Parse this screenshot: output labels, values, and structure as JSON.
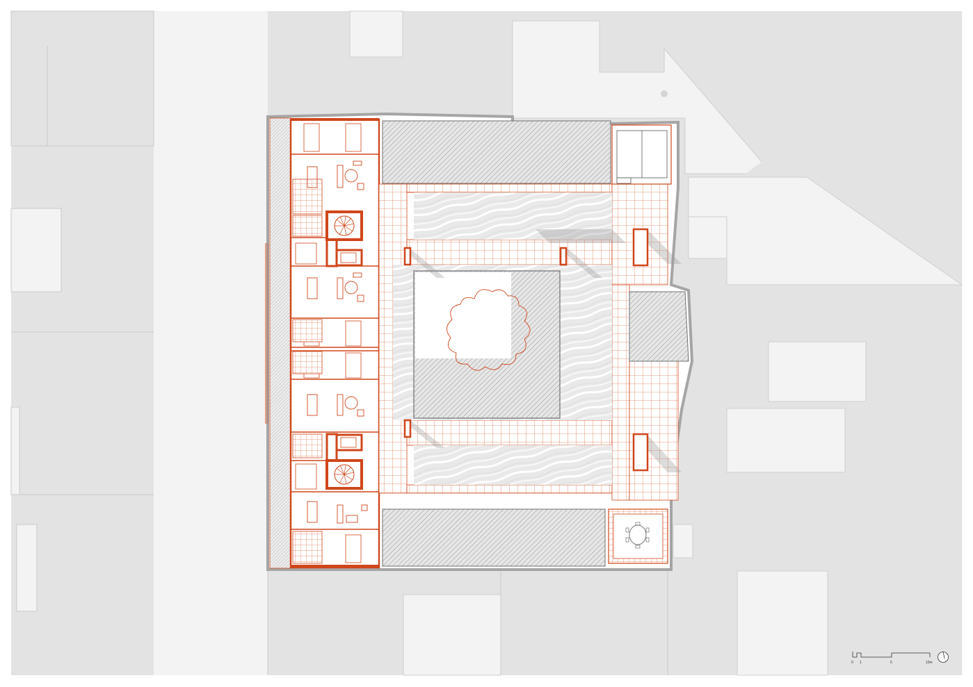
{
  "drawing": {
    "scale_bar": {
      "labels": [
        "0",
        "1",
        "5",
        "10m"
      ]
    },
    "north_arrow_icon": "north-arrow-icon",
    "colors": {
      "accent": "#d0461a",
      "context_dark": "#e3e3e3",
      "context_light": "#f2f2f2",
      "building_border": "#a8a8a8",
      "hatch": "#8a8a8a"
    }
  }
}
